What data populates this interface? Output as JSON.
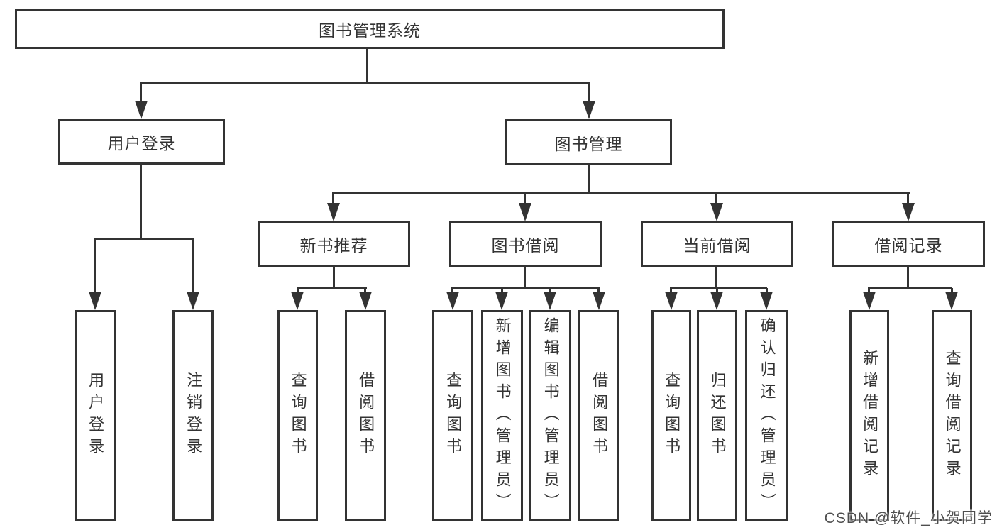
{
  "tree": {
    "root": {
      "label": "图书管理系统",
      "children": [
        {
          "label": "用户登录",
          "children": [
            {
              "label": "用户登录"
            },
            {
              "label": "注销登录"
            }
          ]
        },
        {
          "label": "图书管理",
          "children": [
            {
              "label": "新书推荐",
              "children": [
                {
                  "label": "查询图书"
                },
                {
                  "label": "借阅图书"
                }
              ]
            },
            {
              "label": "图书借阅",
              "children": [
                {
                  "label": "查询图书"
                },
                {
                  "label": "新增图书（管理员）"
                },
                {
                  "label": "编辑图书（管理员）"
                },
                {
                  "label": "借阅图书"
                }
              ]
            },
            {
              "label": "当前借阅",
              "children": [
                {
                  "label": "查询图书"
                },
                {
                  "label": "归还图书"
                },
                {
                  "label": "确认归还（管理员）"
                }
              ]
            },
            {
              "label": "借阅记录",
              "children": [
                {
                  "label": "新增借阅记录"
                },
                {
                  "label": "查询借阅记录"
                }
              ]
            }
          ]
        }
      ]
    }
  },
  "watermark": {
    "text": "CSDN @软件_小贺同学"
  },
  "colors": {
    "line": "#333333",
    "text": "#333333",
    "box_background": "#ffffff",
    "watermark_text": "#4e4e4e",
    "background": "#ffffff"
  }
}
